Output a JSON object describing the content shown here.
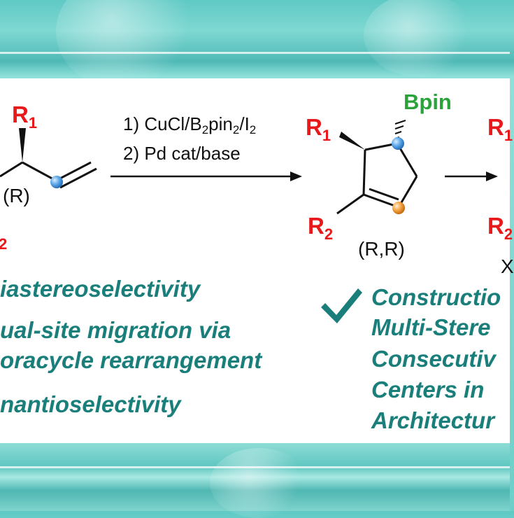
{
  "left_molecule": {
    "r1": "R",
    "r1_sub": "1",
    "r2_partial": "2",
    "stereo": "(R)"
  },
  "conditions": {
    "step1_pre": "1) CuCl/B",
    "step1_sub1": "2",
    "step1_mid": "pin",
    "step1_sub2": "2",
    "step1_mid2": "/I",
    "step1_sub3": "2",
    "step2": "2) Pd cat/base"
  },
  "middle_molecule": {
    "bpin": "Bpin",
    "r1": "R",
    "r1_sub": "1",
    "r2": "R",
    "r2_sub": "2",
    "stereo": "(R,R)"
  },
  "right_molecule": {
    "r1": "R",
    "r1_sub": "1",
    "r2": "R",
    "r2_sub": "2",
    "x": "X"
  },
  "features_left": [
    "iastereoselectivity",
    "ual-site migration via",
    "oracycle rearrangement",
    "nantioselectivity"
  ],
  "features_right": [
    "Constructio",
    "Multi-Stere",
    "Consecutiv",
    "Centers in",
    "Architectur"
  ],
  "colors": {
    "accent": "#1a7f7a",
    "red": "#e8191b",
    "green": "#2aa33a",
    "bubble_blue": "#5aa7e8",
    "bubble_orange": "#f4a340"
  },
  "icons": [
    "checkmark-icon"
  ]
}
